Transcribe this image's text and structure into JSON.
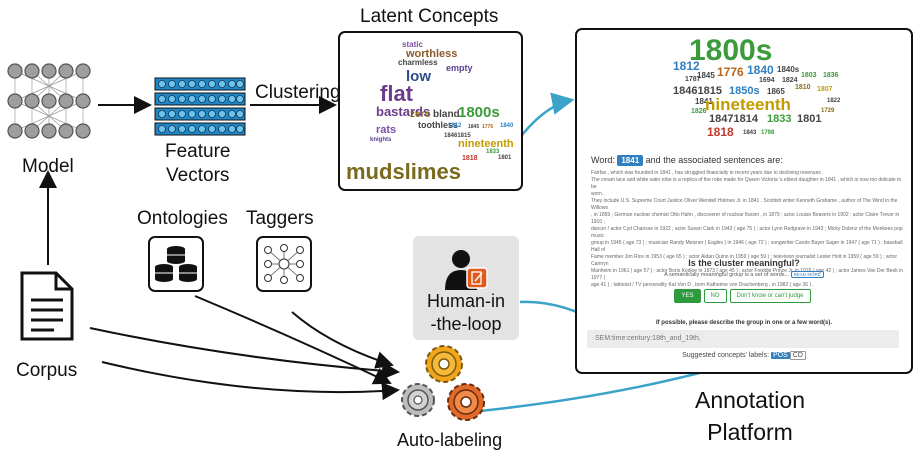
{
  "labels": {
    "model": "Model",
    "feature_vectors": "Feature\nVectors",
    "clustering": "Clustering",
    "latent_concepts": "Latent Concepts",
    "ontologies": "Ontologies",
    "taggers": "Taggers",
    "corpus": "Corpus",
    "human_in_the_loop": "Human-in\n-the-loop",
    "auto_labeling": "Auto-labeling",
    "annotation_platform": "Annotation\nPlatform"
  },
  "latent_wordcloud": {
    "top_words": [
      "worthless",
      "static",
      "charmless",
      "empty",
      "low",
      "flat",
      "bastards",
      "zero",
      "bland",
      "toothless",
      "rats",
      "knights",
      "mudslimes"
    ],
    "inset_words": [
      "1800s",
      "1812",
      "1845",
      "1776",
      "1840",
      "18461815",
      "nineteenth",
      "1818",
      "1833",
      "1801"
    ]
  },
  "platform": {
    "cloud_words": [
      "1800s",
      "1812",
      "1845",
      "1776",
      "1840",
      "1840s",
      "1803",
      "1836",
      "1787",
      "1694",
      "1824",
      "1810",
      "1807",
      "18461815",
      "1850s",
      "1865",
      "1841",
      "nineteenth",
      "1822",
      "1826",
      "18471814",
      "1833",
      "1801",
      "1818",
      "1843",
      "1729",
      "1798"
    ],
    "word_prefix": "Word:",
    "word_value": "1841",
    "word_suffix": "and the associated sentences are:",
    "sentence_lines": [
      "Fairfax , which was founded in 1841 , has struggled financially in recent years due to declining revenues .",
      "The cream lace and white satin robe is a replica of the robe made for Queen Victoria 's eldest daughter in 1841 , which is now too delicate to be",
      "worn .",
      "They include U.S. Supreme Court Justice Oliver Wendell Holmes Jr. in 1841 , Scottish writer Kenneth Grahame , author of The Wind in the Willows",
      ", in 1859 ; German nuclear chemist Otto Hahn , discoverer of nuclear fission , in 1879 ; actor Louise Beavers in 1902 ; actor Claire Trevor in 1910 ;",
      "dancer / actor Cyd Charisse in 1922 ; actor Susan Clark in 1943 ( age 75 ) ; actor Lynn Redgrave in 1943 ; Micky Dolenz of the Monkees pop music",
      "group in 1945 ( age 73 ) ; musician Randy Meisner ( Eagles ) in 1946 ( age 72 ) ; songwriter Carole Bayer Sager in 1947 ( age 71 ) ; baseball Hall of",
      "Fame member Jim Rice in 1953 ( age 65 ) ; actor Aidan Quinn in 1959 ( age 59 ) ; television journalist Lester Holt in 1959 ( age 59 ) ; actor Camryn",
      "Manheim in 1961 ( age 57 ) ; actor Boris Kodjoe in 1973 ( age 45 ) ; actor Freddie Prinze Jr. in 1976 ( age 42 ) ; actor James Van Der Beek in 1977 (",
      "age 41 ) ; tattooist / TV personality Kat Von D , born Katherine von Drachenberg , in 1982 ( age 36 ) ."
    ],
    "question": "Is the cluster meaningful?",
    "hint": "A semantically meaningful group is a set of words...",
    "read_more": "READ MORE",
    "btn_yes": "YES",
    "btn_no": "NO",
    "btn_unsure": "Don't know or can't judge",
    "describe_prompt": "If possible, please describe the group in one or a few word(s).",
    "input_value": "SEM:time:century:18th_and_19th,",
    "suggested_label": "Suggested concepts' labels:",
    "tag_pos": "POS",
    "tag_cd": "CD"
  },
  "colors": {
    "arrow_blue": "#3aa3c7",
    "accent_green": "#2e9a3e",
    "word_blue": "#2f7fc1"
  }
}
